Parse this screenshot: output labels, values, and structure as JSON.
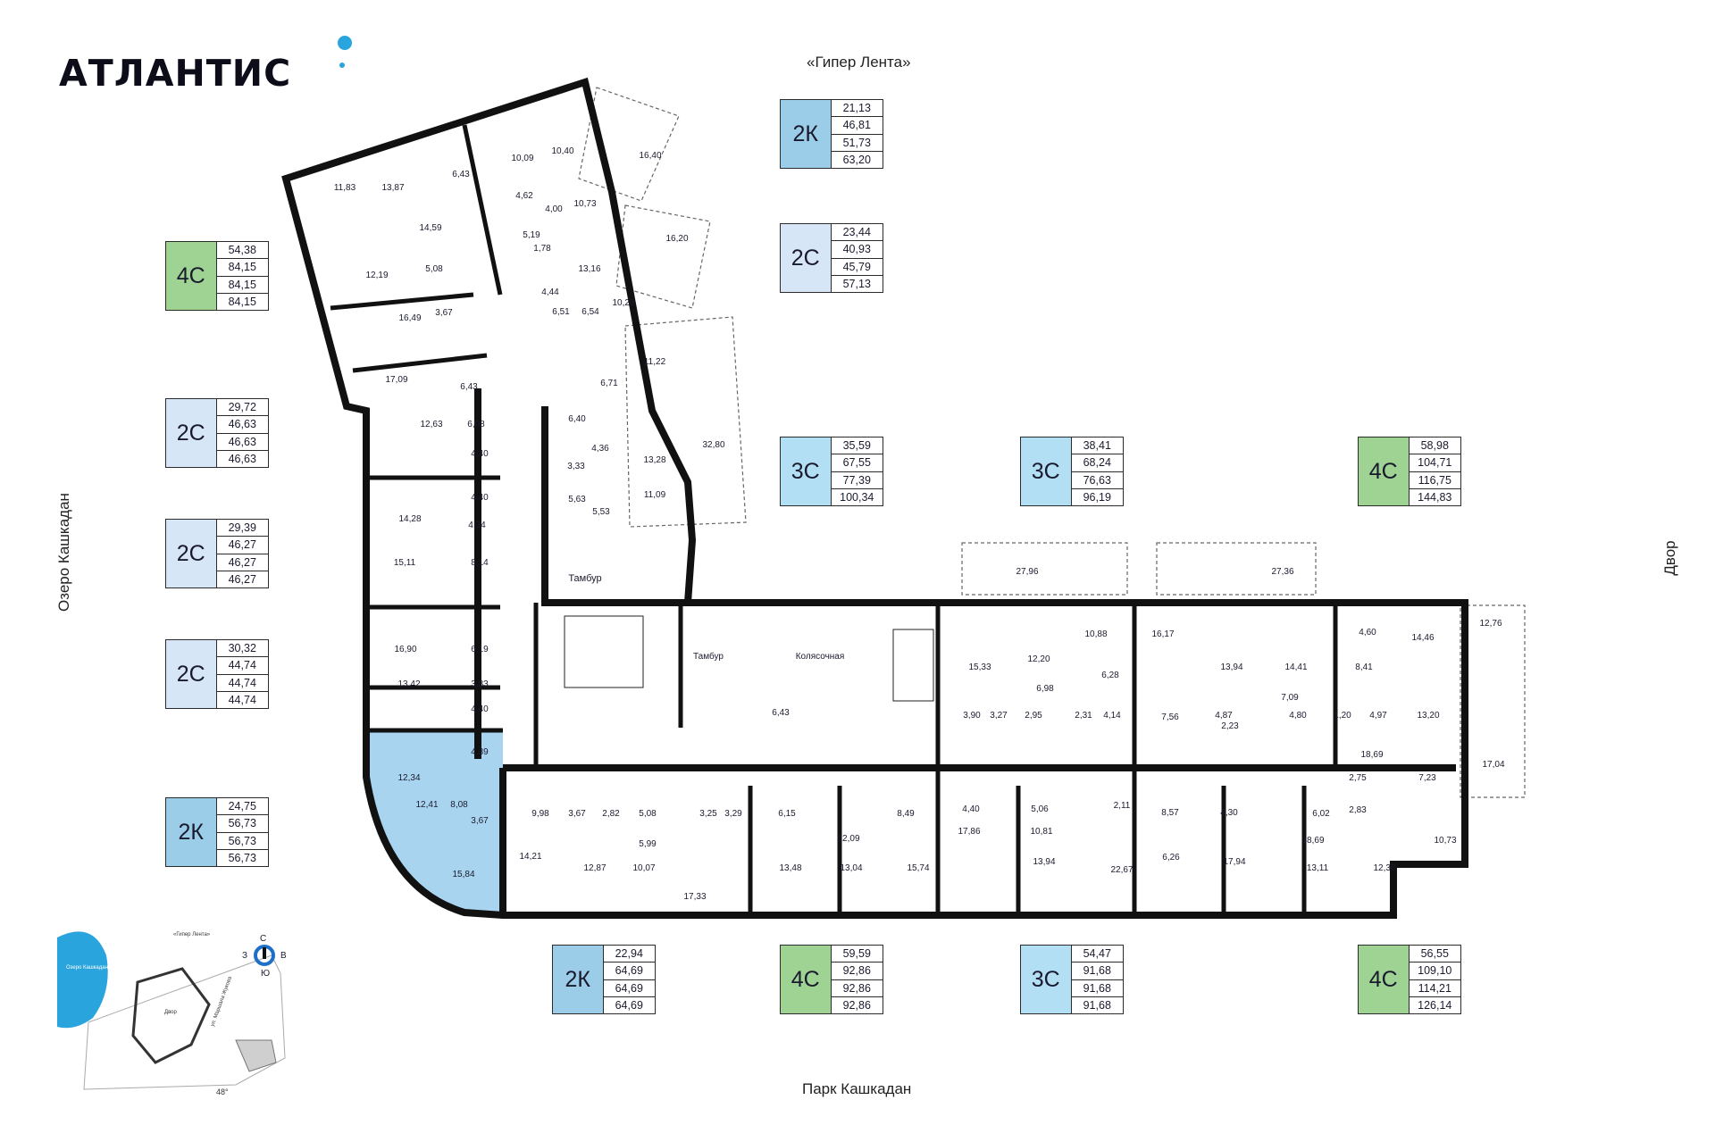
{
  "brand": {
    "name": "АТЛАНТИС"
  },
  "context": {
    "top": "«Гипер Лента»",
    "bottom": "Парк Кашкадан",
    "left": "Озеро Кашкадан",
    "right": "Двор"
  },
  "colors": {
    "c4": "#9ed393",
    "c2k": "#9ccde8",
    "c2c": "#d6e6f6",
    "c3c": "#b3dff5",
    "highlight": "#a9d4ef",
    "wall": "#111111"
  },
  "apartments": [
    {
      "type": "4С",
      "values": [
        "54,38",
        "84,15",
        "84,15",
        "84,15"
      ]
    },
    {
      "type": "2С",
      "values": [
        "29,72",
        "46,63",
        "46,63",
        "46,63"
      ]
    },
    {
      "type": "2С",
      "values": [
        "29,39",
        "46,27",
        "46,27",
        "46,27"
      ]
    },
    {
      "type": "2С",
      "values": [
        "30,32",
        "44,74",
        "44,74",
        "44,74"
      ]
    },
    {
      "type": "2К",
      "values": [
        "24,75",
        "56,73",
        "56,73",
        "56,73"
      ]
    },
    {
      "type": "2К",
      "values": [
        "21,13",
        "46,81",
        "51,73",
        "63,20"
      ]
    },
    {
      "type": "2С",
      "values": [
        "23,44",
        "40,93",
        "45,79",
        "57,13"
      ]
    },
    {
      "type": "3С",
      "values": [
        "35,59",
        "67,55",
        "77,39",
        "100,34"
      ]
    },
    {
      "type": "3С",
      "values": [
        "38,41",
        "68,24",
        "76,63",
        "96,19"
      ]
    },
    {
      "type": "4С",
      "values": [
        "58,98",
        "104,71",
        "116,75",
        "144,83"
      ]
    },
    {
      "type": "2К",
      "values": [
        "22,94",
        "64,69",
        "64,69",
        "64,69"
      ]
    },
    {
      "type": "4С",
      "values": [
        "59,59",
        "92,86",
        "92,86",
        "92,86"
      ]
    },
    {
      "type": "3С",
      "values": [
        "54,47",
        "91,68",
        "91,68",
        "91,68"
      ]
    },
    {
      "type": "4С",
      "values": [
        "56,55",
        "109,10",
        "114,21",
        "126,14"
      ]
    }
  ],
  "rooms": {
    "tambur_1": "Тамбур",
    "tambur_2": "Тамбур",
    "stroller": "Колясочная",
    "areas_left_wing": [
      "11,83",
      "13,87",
      "6,43",
      "10,09",
      "10,40",
      "16,40",
      "4,62",
      "10,73",
      "14,59",
      "4,00",
      "12,19",
      "5,08",
      "5,19",
      "1,78",
      "16,20",
      "13,16",
      "4,44",
      "10,28",
      "16,49",
      "3,67",
      "6,51",
      "6,54",
      "11,22",
      "17,09",
      "6,43",
      "6,71",
      "6,40",
      "12,63",
      "6,08",
      "4,36",
      "13,28",
      "32,80",
      "3,33",
      "4,40",
      "4,40",
      "11,09",
      "14,28",
      "5,63",
      "5,53",
      "4,34",
      "15,11",
      "8,14",
      "16,90",
      "6,19",
      "13,42",
      "3,83",
      "4,40",
      "4,39",
      "12,34",
      "12,41",
      "8,08",
      "3,67",
      "15,84"
    ],
    "areas_right_wing": [
      "27,96",
      "27,36",
      "12,76",
      "14,46",
      "15,33",
      "12,20",
      "10,88",
      "16,17",
      "13,94",
      "14,41",
      "8,41",
      "4,60",
      "6,28",
      "6,98",
      "7,09",
      "3,90",
      "3,27",
      "2,95",
      "2,31",
      "4,14",
      "7,56",
      "4,87",
      "2,23",
      "4,80",
      "1,20",
      "4,97",
      "13,20",
      "17,04",
      "18,69",
      "6,43",
      "2,75",
      "7,23",
      "2,83",
      "9,98",
      "3,67",
      "2,82",
      "5,08",
      "3,25",
      "3,29",
      "6,15",
      "8,49",
      "4,40",
      "5,06",
      "2,11",
      "8,57",
      "4,30",
      "6,02",
      "14,21",
      "5,99",
      "10,81",
      "17,86",
      "12,09",
      "10,73",
      "12,87",
      "10,07",
      "17,33",
      "13,48",
      "13,04",
      "15,74",
      "13,94",
      "22,67",
      "6,26",
      "17,94",
      "13,11",
      "12,30",
      "18,69"
    ]
  },
  "minimap": {
    "lake": "Озеро Кашкадан",
    "store": "«Гипер Лента»",
    "yard": "Двор",
    "street": "ул. Маршала Жукова",
    "angle": "48°",
    "compass": {
      "n": "С",
      "s": "Ю",
      "w": "З",
      "e": "В"
    }
  }
}
